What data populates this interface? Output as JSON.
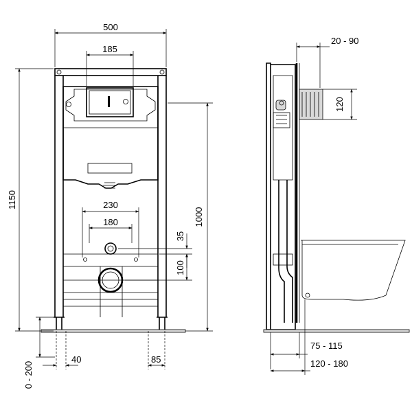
{
  "front_view": {
    "dim_width": "500",
    "dim_flush_plate": "185",
    "dim_height": "1150",
    "dim_frame_height": "1000",
    "dim_inlet_spacing": "230",
    "dim_bolt_spacing": "180",
    "dim_drain_offset": "35",
    "dim_drain_height": "100",
    "dim_leg_adjust": "0 - 200",
    "dim_leg_width_left": "40",
    "dim_leg_width_right": "85"
  },
  "side_view": {
    "dim_wall_range": "20 - 90",
    "dim_inlet_height": "120",
    "dim_depth_small": "75 - 115",
    "dim_depth_large": "120 - 180"
  }
}
